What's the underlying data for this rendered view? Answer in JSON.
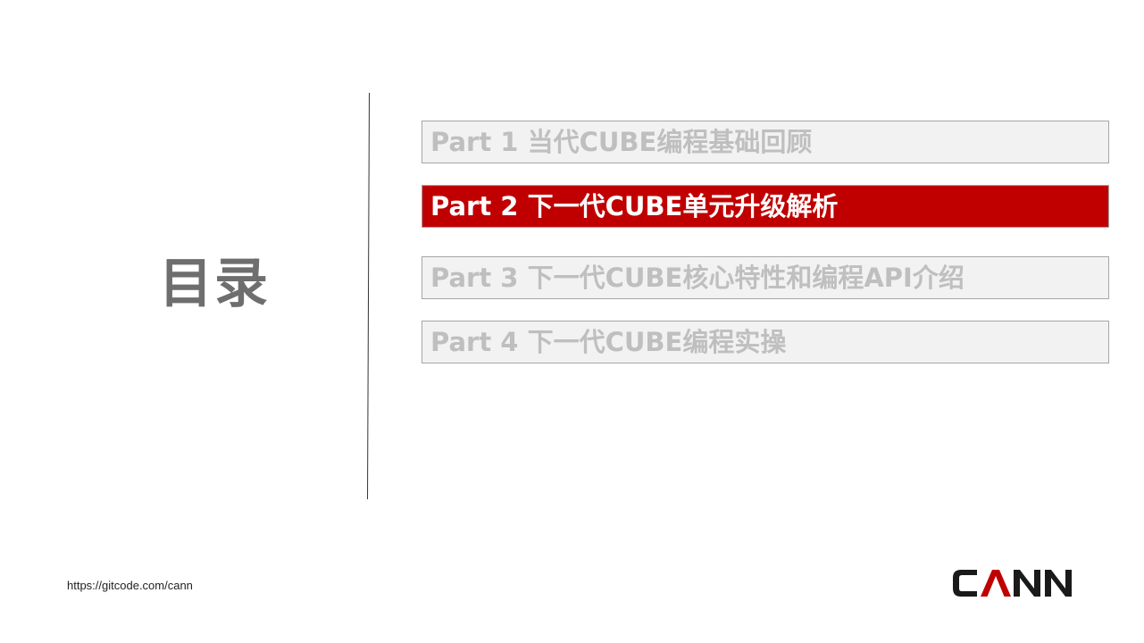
{
  "toc": {
    "title": "目录",
    "items": [
      {
        "label": "Part 1 当代CUBE编程基础回顾",
        "active": false
      },
      {
        "label": "Part 2 下一代CUBE单元升级解析",
        "active": true
      },
      {
        "label": "Part 3 下一代CUBE核心特性和编程API介绍",
        "active": false
      },
      {
        "label": "Part 4 下一代CUBE编程实操",
        "active": false
      }
    ]
  },
  "footer": {
    "url": "https://gitcode.com/cann",
    "logo_text": "CANN"
  },
  "colors": {
    "accent": "#c00000",
    "inactive_bg": "#f2f2f2",
    "inactive_text": "#bfbfbf",
    "title_text": "#6e6e6e",
    "logo_dark": "#1a1a1a"
  }
}
